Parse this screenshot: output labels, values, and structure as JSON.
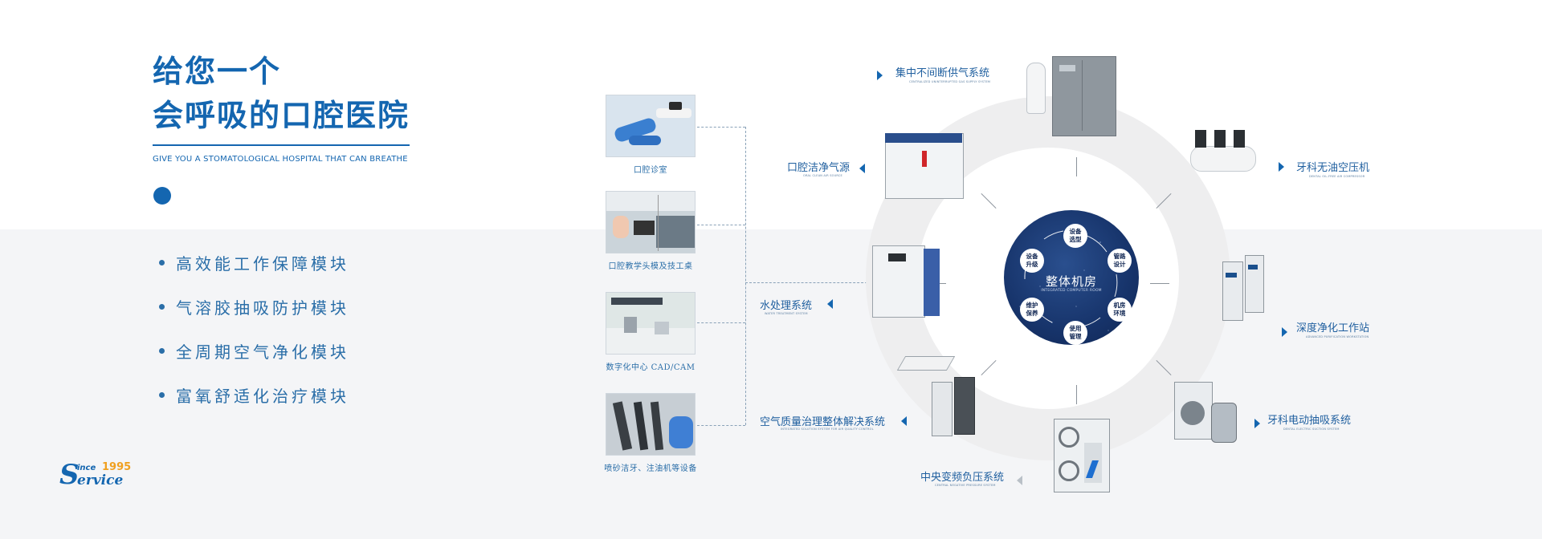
{
  "header": {
    "title_line1": "给您一个",
    "title_line2": "会呼吸的口腔医院",
    "subtitle": "GIVE YOU A STOMATOLOGICAL HOSPITAL THAT CAN BREATHE"
  },
  "modules": [
    "高效能工作保障模块",
    "气溶胶抽吸防护模块",
    "全周期空气净化模块",
    "富氧舒适化治疗模块"
  ],
  "logo": {
    "ince": "ince",
    "year": "1995",
    "rvice": "ervice",
    "letter": "S"
  },
  "scenes": [
    {
      "caption": "口腔诊室"
    },
    {
      "caption": "口腔教学头模及技工桌"
    },
    {
      "caption": "数字化中心 CAD/CAM"
    },
    {
      "caption": "喷砂洁牙、注油机等设备"
    }
  ],
  "core": {
    "title": "整体机房",
    "subtitle": "INTEGRATED COMPUTER ROOM",
    "nodes": [
      "设备选型",
      "管路设计",
      "机房环境",
      "使用管理",
      "维护保养",
      "设备升级"
    ]
  },
  "systems": [
    {
      "label": "集中不间断供气系统",
      "en": "CENTRALIZED UNINTERRUPTED GAS SUPPLY SYSTEM"
    },
    {
      "label": "牙科无油空压机",
      "en": "DENTAL OIL-FREE AIR COMPRESSOR"
    },
    {
      "label": "深度净化工作站",
      "en": "ADVANCED PURIFICATION WORKSTATION"
    },
    {
      "label": "牙科电动抽吸系统",
      "en": "DENTAL ELECTRIC SUCTION SYSTEM"
    },
    {
      "label": "中央变频负压系统",
      "en": "CENTRAL NEGATIVE PRESSURE SYSTEM"
    },
    {
      "label": "空气质量治理整体解决系统",
      "en": "INTEGRATED SOLUTION SYSTEM FOR AIR QUALITY CONTROL"
    },
    {
      "label": "水处理系统",
      "en": "WATER TREATMENT SYSTEM"
    },
    {
      "label": "口腔洁净气源",
      "en": "ORAL CLEAN AIR SOURCE"
    }
  ],
  "colors": {
    "brand_blue": "#1466b0",
    "core_navy": "#17346b",
    "logo_orange": "#f0a020",
    "band_gray": "#f4f5f7"
  }
}
